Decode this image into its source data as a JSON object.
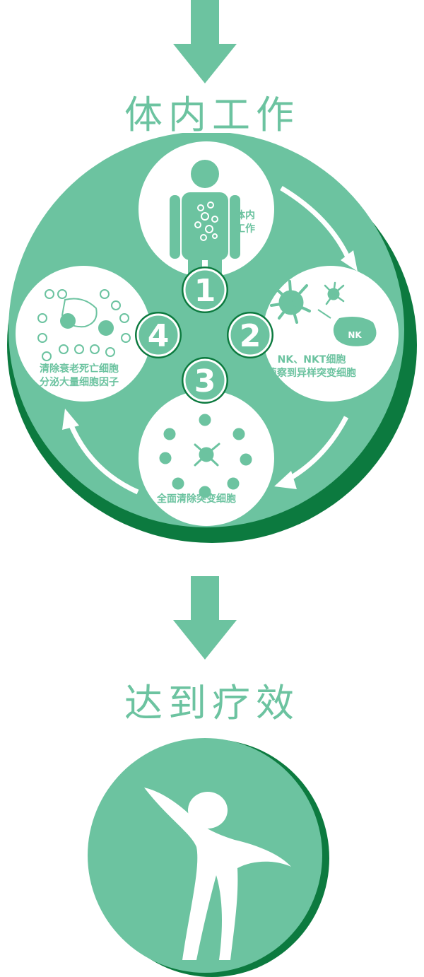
{
  "colors": {
    "mint": "#6cc3a0",
    "dark_green": "#0c7a3f",
    "white": "#ffffff"
  },
  "stage_work": {
    "title": "体内工作"
  },
  "stage_result": {
    "title": "达到疗效"
  },
  "cycle": {
    "step1": {
      "number": "1",
      "label_line1": "体内",
      "label_line2": "工作"
    },
    "step2": {
      "number": "2",
      "label_line1": "NK、NKT细胞",
      "label_line2": "侦察到异样突变细胞",
      "cell_tag": "NK"
    },
    "step3": {
      "number": "3",
      "label_line1": "全面清除突变细胞"
    },
    "step4": {
      "number": "4",
      "label_line1": "清除衰老死亡细胞",
      "label_line2": "分泌大量细胞因子"
    }
  },
  "icons": {
    "arrow": "down-arrow-icon",
    "person": "human-body-icon",
    "cells": "immune-cell-icon",
    "jumping": "jumping-person-icon"
  }
}
